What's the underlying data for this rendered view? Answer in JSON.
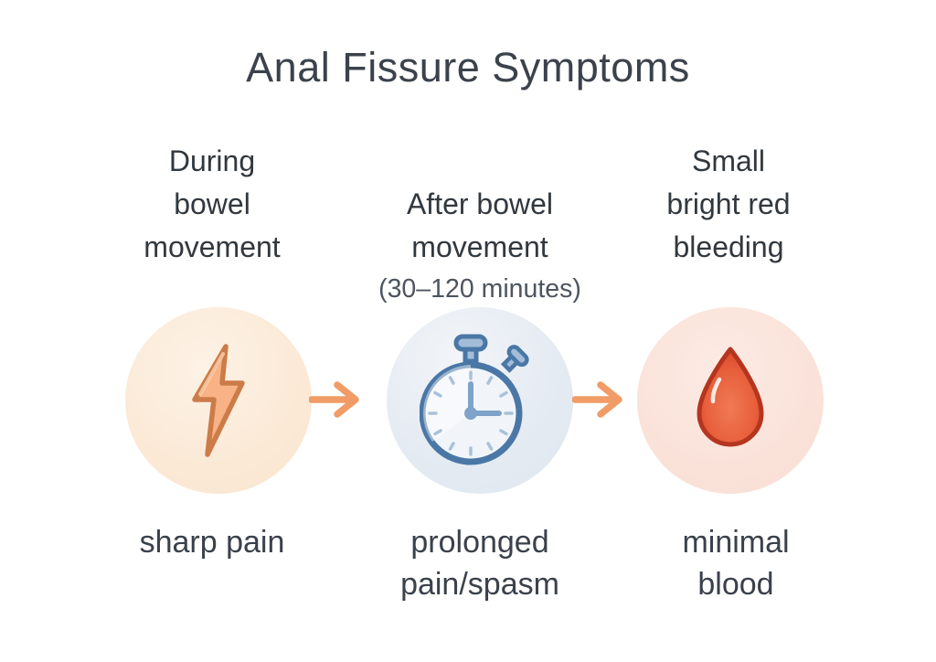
{
  "title": "Anal Fissure Symptoms",
  "columns": [
    {
      "header": "During\nbowel\nmovement",
      "note": "",
      "icon": "lightning-icon",
      "label": "sharp pain",
      "circle_color": "#fbe8d4"
    },
    {
      "header": "After bowel\nmovement",
      "note": "(30–120 minutes)",
      "icon": "stopwatch-icon",
      "label": "prolonged\npain/spasm",
      "circle_color": "#e4eaf1"
    },
    {
      "header": "Small\nbright red\nbleeding",
      "note": "",
      "icon": "blood-drop-icon",
      "label": "minimal\nblood",
      "circle_color": "#fae1d8"
    }
  ],
  "colors": {
    "title_text": "#3b424c",
    "header_text": "#31383f",
    "note_text": "#4d555f",
    "label_text": "#3a414b",
    "arrow": "#f19c66",
    "lightning_fill": "#f8b285",
    "lightning_stroke": "#cc7c48",
    "stopwatch_stroke": "#4a77a6",
    "stopwatch_face": "#f1f5fa",
    "stopwatch_hands": "#7ea2c8",
    "drop_fill": "#ea5c3b",
    "drop_stroke": "#b5351f"
  }
}
